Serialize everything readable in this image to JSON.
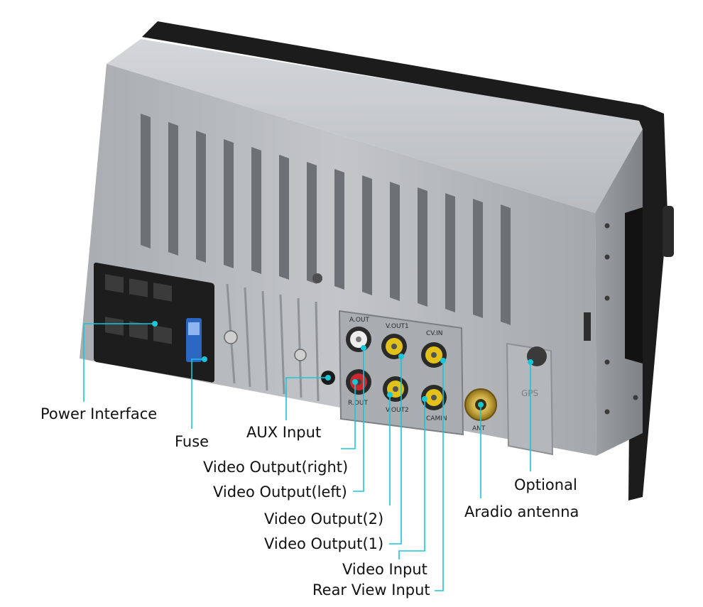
{
  "colors": {
    "leader": "#18c6d9",
    "housing": "#b9bcc0",
    "housing_dark": "#8d9094",
    "bezel": "#1b1b1b",
    "rca_red": "#c8282e",
    "rca_yellow": "#e2c21a",
    "rca_white": "#eeeeee",
    "fuse": "#2f6fd6"
  },
  "callouts": [
    {
      "id": "power",
      "label": "Power Interface"
    },
    {
      "id": "fuse",
      "label": "Fuse"
    },
    {
      "id": "aux",
      "label": "AUX Input"
    },
    {
      "id": "vout-right",
      "label": "Video Output(right)"
    },
    {
      "id": "vout-left",
      "label": "Video Output(left)"
    },
    {
      "id": "vout-2",
      "label": "Video Output(2)"
    },
    {
      "id": "vout-1",
      "label": "Video Output(1)"
    },
    {
      "id": "video-input",
      "label": "Video Input"
    },
    {
      "id": "rear-view",
      "label": "Rear View Input"
    },
    {
      "id": "optional",
      "label": "Optional"
    },
    {
      "id": "antenna",
      "label": "Aradio antenna"
    }
  ],
  "port_labels": {
    "a_out": "A.OUT",
    "v_out1": "V.OUT1",
    "cv_in": "CV.IN",
    "r_out": "R.OUT",
    "v_out2": "V.OUT2",
    "cam_in": "CAMIN",
    "ant": "ANT",
    "gps": "GPS"
  }
}
